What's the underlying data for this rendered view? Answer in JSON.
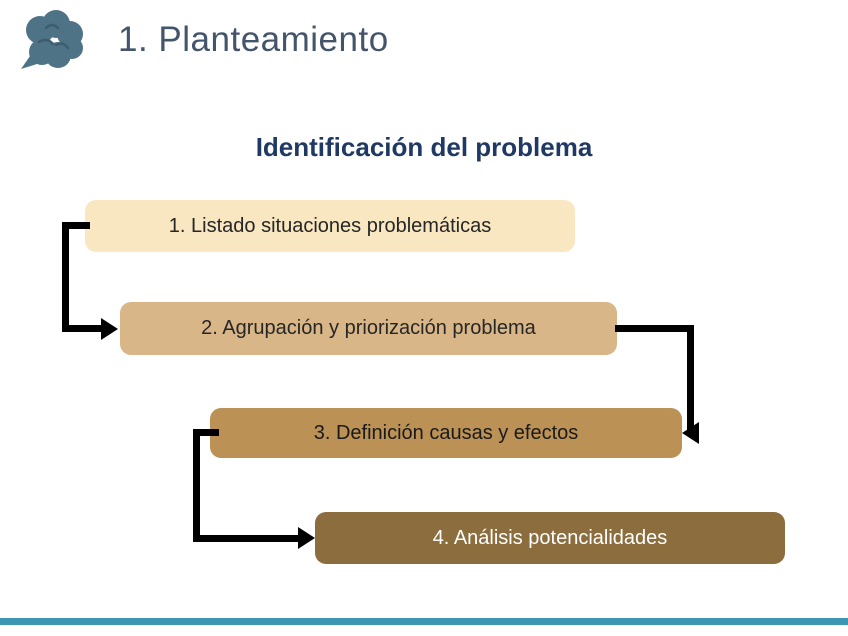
{
  "slide": {
    "title": "1. Planteamiento",
    "title_color": "#44546A",
    "subtitle": "Identificación del problema",
    "subtitle_color": "#1F3864",
    "background": "#FFFFFF"
  },
  "icons": {
    "brain": "brain-icon",
    "brain_color": "#4F7386"
  },
  "diagram": {
    "title": "Identificación del problema",
    "arrow_color": "#000000",
    "steps": [
      {
        "label": "1. Listado situaciones problemáticas",
        "bg": "#F8E7C1",
        "text_color": "#262626"
      },
      {
        "label": "2. Agrupación y priorización problema",
        "bg": "#D8B688",
        "text_color": "#262626"
      },
      {
        "label": "3. Definición causas y efectos",
        "bg": "#BB9155",
        "text_color": "#1A1A1A"
      },
      {
        "label": "4. Análisis potencialidades",
        "bg": "#8B6D3E",
        "text_color": "#FFFFFF"
      }
    ]
  },
  "footer": {
    "bar_color": "#3A96B2"
  }
}
